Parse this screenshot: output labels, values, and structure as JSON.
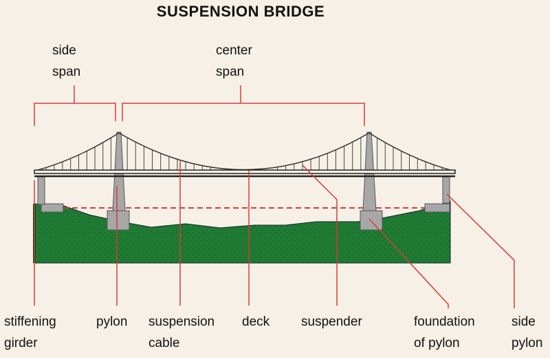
{
  "title": "SUSPENSION BRIDGE",
  "labels": {
    "side_span": {
      "line1": "side",
      "line2": "span"
    },
    "center_span": {
      "line1": "center",
      "line2": "span"
    },
    "stiffening_girder": {
      "line1": "stiffening",
      "line2": "girder"
    },
    "pylon": {
      "line1": "pylon"
    },
    "suspension_cable": {
      "line1": "suspension",
      "line2": "cable"
    },
    "deck": {
      "line1": "deck"
    },
    "suspender": {
      "line1": "suspender"
    },
    "foundation_of_pylon": {
      "line1": "foundation",
      "line2": "of pylon"
    },
    "side_pylon": {
      "line1": "side",
      "line2": "pylon"
    }
  },
  "colors": {
    "background": "#f6f0e6",
    "leader_line": "#d83a3a",
    "ground": "#1f7a33",
    "structure": "#9a9a9a",
    "cable": "#333333"
  }
}
